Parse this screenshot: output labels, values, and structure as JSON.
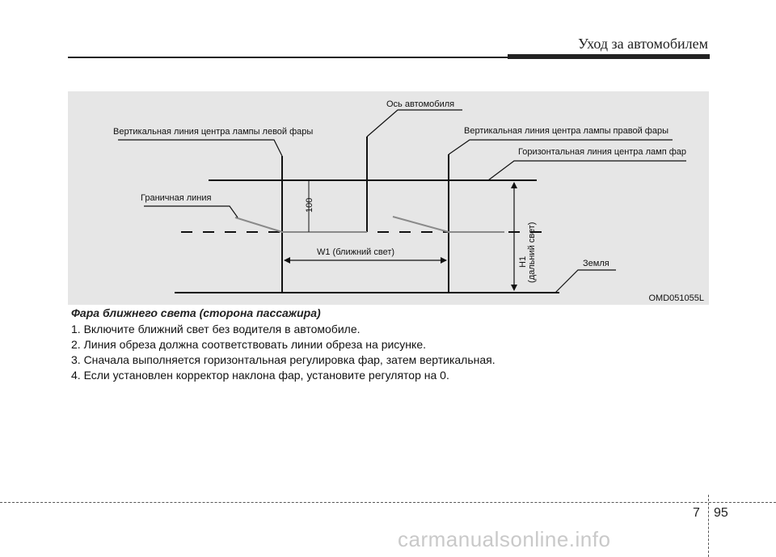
{
  "header": {
    "section_title": "Уход за автомобилем"
  },
  "figure": {
    "label_vehicle_axis": "Ось автомобиля",
    "label_left_vertical": "Вертикальная линия центра лампы левой фары",
    "label_right_vertical": "Вертикальная линия центра лампы правой фары",
    "label_horizontal": "Горизонтальная линия центра ламп фар",
    "label_cutoff": "Граничная линия",
    "label_100": "100",
    "label_w1": "W1 (ближний свет)",
    "label_h1": "H1",
    "label_h1_note": "(дальний свет)",
    "label_ground": "Земля",
    "figure_code": "OMD051055L"
  },
  "body": {
    "caption": "Фара ближнего света (сторона пассажира)",
    "steps": [
      "1. Включите ближний свет без водителя в автомобиле.",
      "2. Линия обреза должна соответствовать линии обреза на рисунке.",
      "3. Сначала выполняется горизонтальная регулировка фар, затем вертикальная.",
      "4. Если установлен корректор наклона фар, установите регулятор на 0."
    ]
  },
  "footer": {
    "chapter": "7",
    "page": "95",
    "watermark": "carmanualsonline.info"
  }
}
